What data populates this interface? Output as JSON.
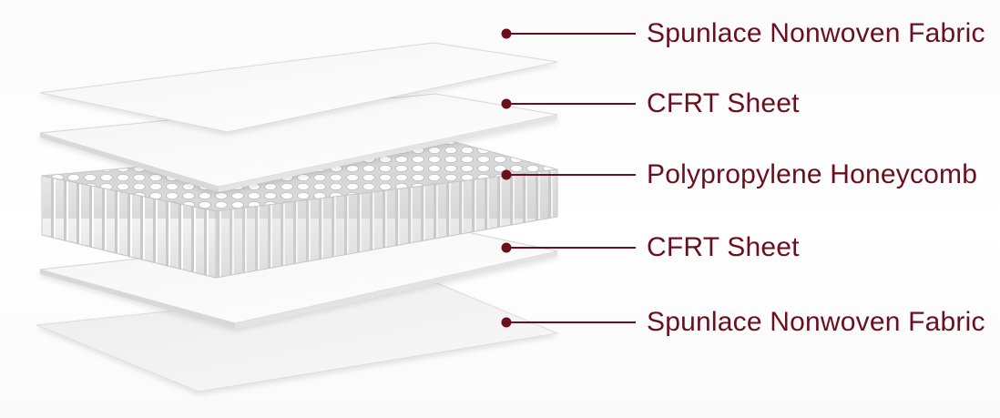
{
  "accent_color": "#6b0f1f",
  "layers": [
    {
      "label": "Spunlace Nonwoven Fabric"
    },
    {
      "label": "CFRT Sheet"
    },
    {
      "label": "Polypropylene Honeycomb"
    },
    {
      "label": "CFRT Sheet"
    },
    {
      "label": "Spunlace Nonwoven Fabric"
    }
  ]
}
